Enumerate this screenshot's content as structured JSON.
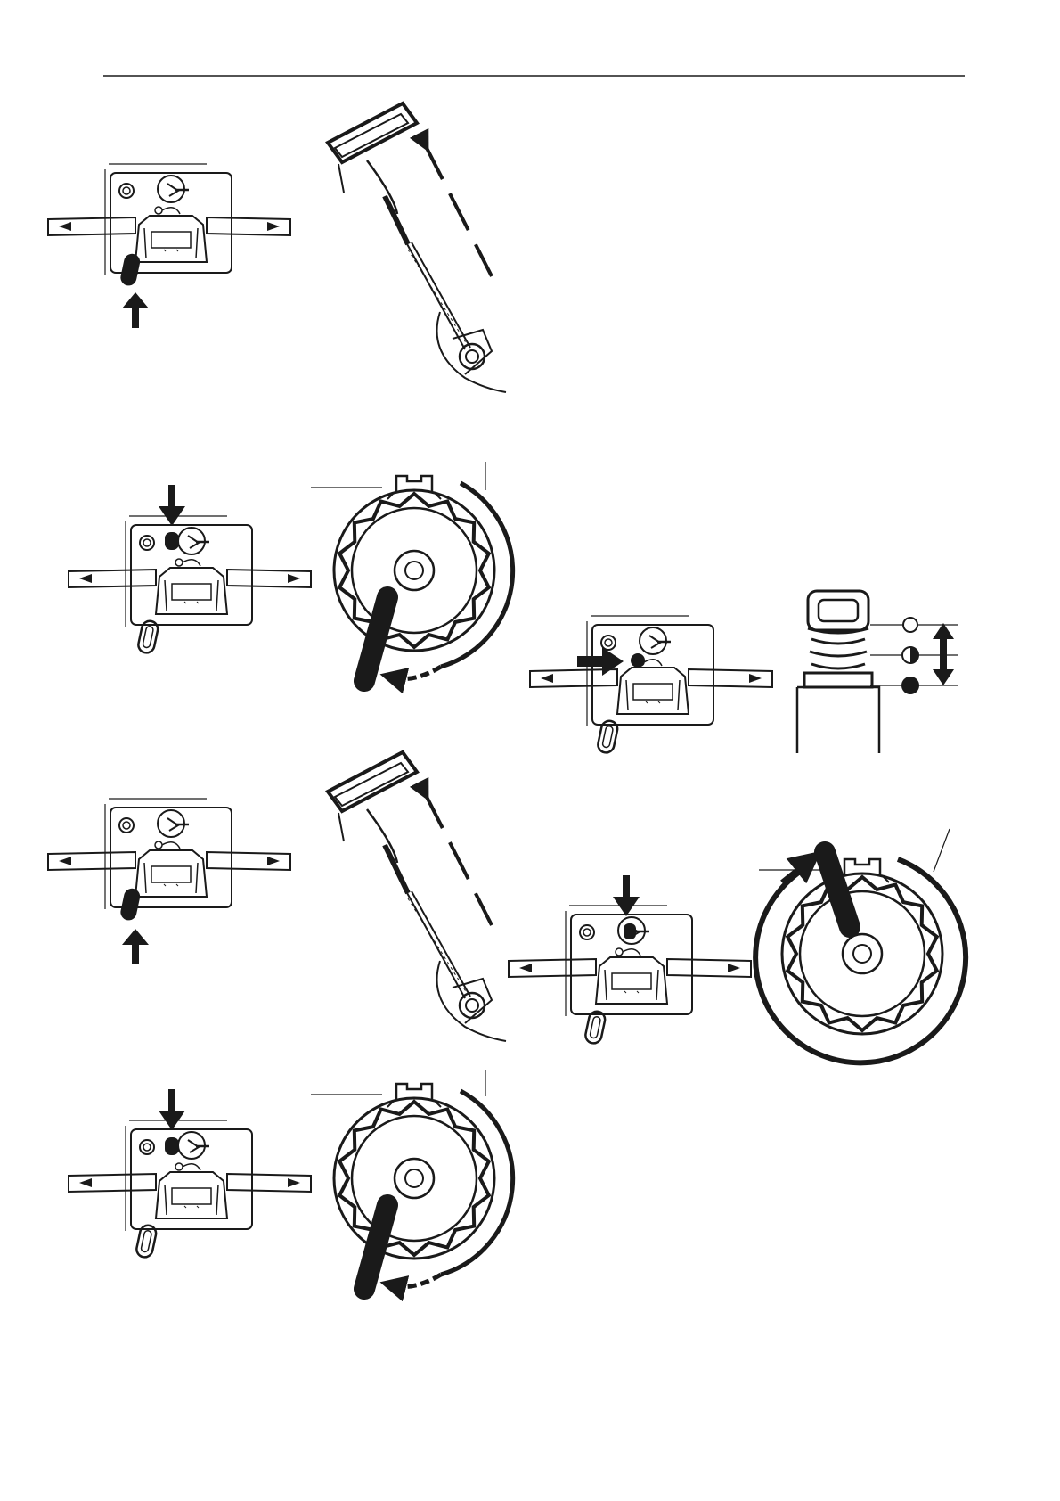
{
  "page": {
    "background": "#ffffff",
    "ink": "#1a1a1a"
  },
  "figures": [
    {
      "id": "step-1",
      "panel": "choke-lever-pulled-up",
      "detail": "starter-handle-pulled"
    },
    {
      "id": "step-2",
      "panel": "throttle-lock-pressed",
      "detail": "cover-turned-counterclockwise"
    },
    {
      "id": "step-3",
      "panel": "choke-lever-pulled-up",
      "detail": "starter-handle-pulled"
    },
    {
      "id": "step-4",
      "panel": "throttle-lock-pressed",
      "detail": "cover-turned-counterclockwise"
    },
    {
      "id": "step-5",
      "panel": "primer-bulb-pressed",
      "detail": "spring-height-indicator"
    },
    {
      "id": "step-6",
      "panel": "throttle-lock-pressed",
      "detail": "cover-turned-clockwise"
    }
  ]
}
